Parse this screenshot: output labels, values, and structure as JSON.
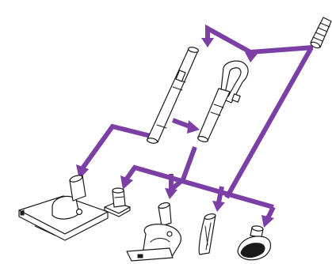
{
  "colors": {
    "arrow": "#7b3fa6",
    "outline": "#1a1a1a",
    "background": "#ffffff"
  },
  "parts": [
    {
      "id": "handheld-vacuum-nozzle",
      "icon": "hose-nozzle-icon"
    },
    {
      "id": "extension-wand",
      "icon": "extension-wand-icon"
    },
    {
      "id": "flexible-handle",
      "icon": "handle-icon"
    },
    {
      "id": "floor-brush",
      "icon": "floor-brush-icon"
    },
    {
      "id": "wand-adapter",
      "icon": "adapter-icon"
    },
    {
      "id": "turbo-brush",
      "icon": "turbo-brush-icon"
    },
    {
      "id": "crevice-tool",
      "icon": "crevice-tool-icon"
    },
    {
      "id": "dusting-brush",
      "icon": "dusting-brush-icon"
    }
  ]
}
